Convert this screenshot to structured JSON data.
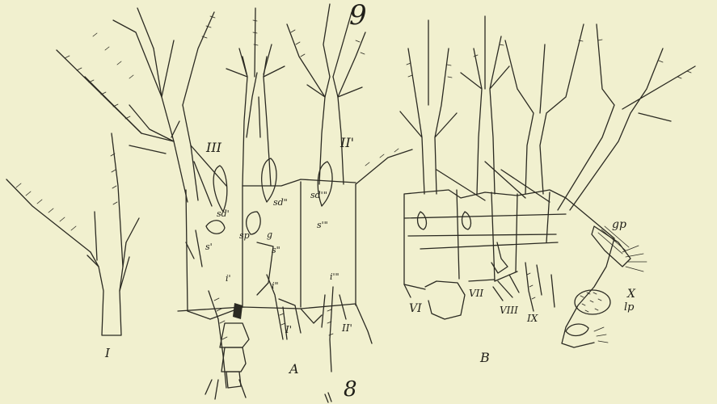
{
  "plate": {
    "top_number": "9",
    "bottom_number": "8",
    "background": "#f1f0cf",
    "ink": "#2b2a22"
  },
  "labels": {
    "fig_I": "I",
    "fig_A": "A",
    "fig_B": "B",
    "seg_III": "III",
    "seg_II_prime": "II'",
    "sd_prime": "sd'",
    "sd_dbl": "sd\"",
    "sd_trip": "sd'\"",
    "sp": "sp",
    "g": "g",
    "s_prime": "s'",
    "s_dbl": "s\"",
    "s_trip": "s'\"",
    "i_prime": "i'",
    "i_dbl": "i\"",
    "i_trip": "i'\"",
    "I_prime": "I'",
    "II_lower": "II'",
    "seg_VI": "VI",
    "seg_VII": "VII",
    "seg_VIII": "VIII",
    "seg_IX": "IX",
    "seg_X": "X",
    "gp": "gp",
    "lp": "lp"
  }
}
